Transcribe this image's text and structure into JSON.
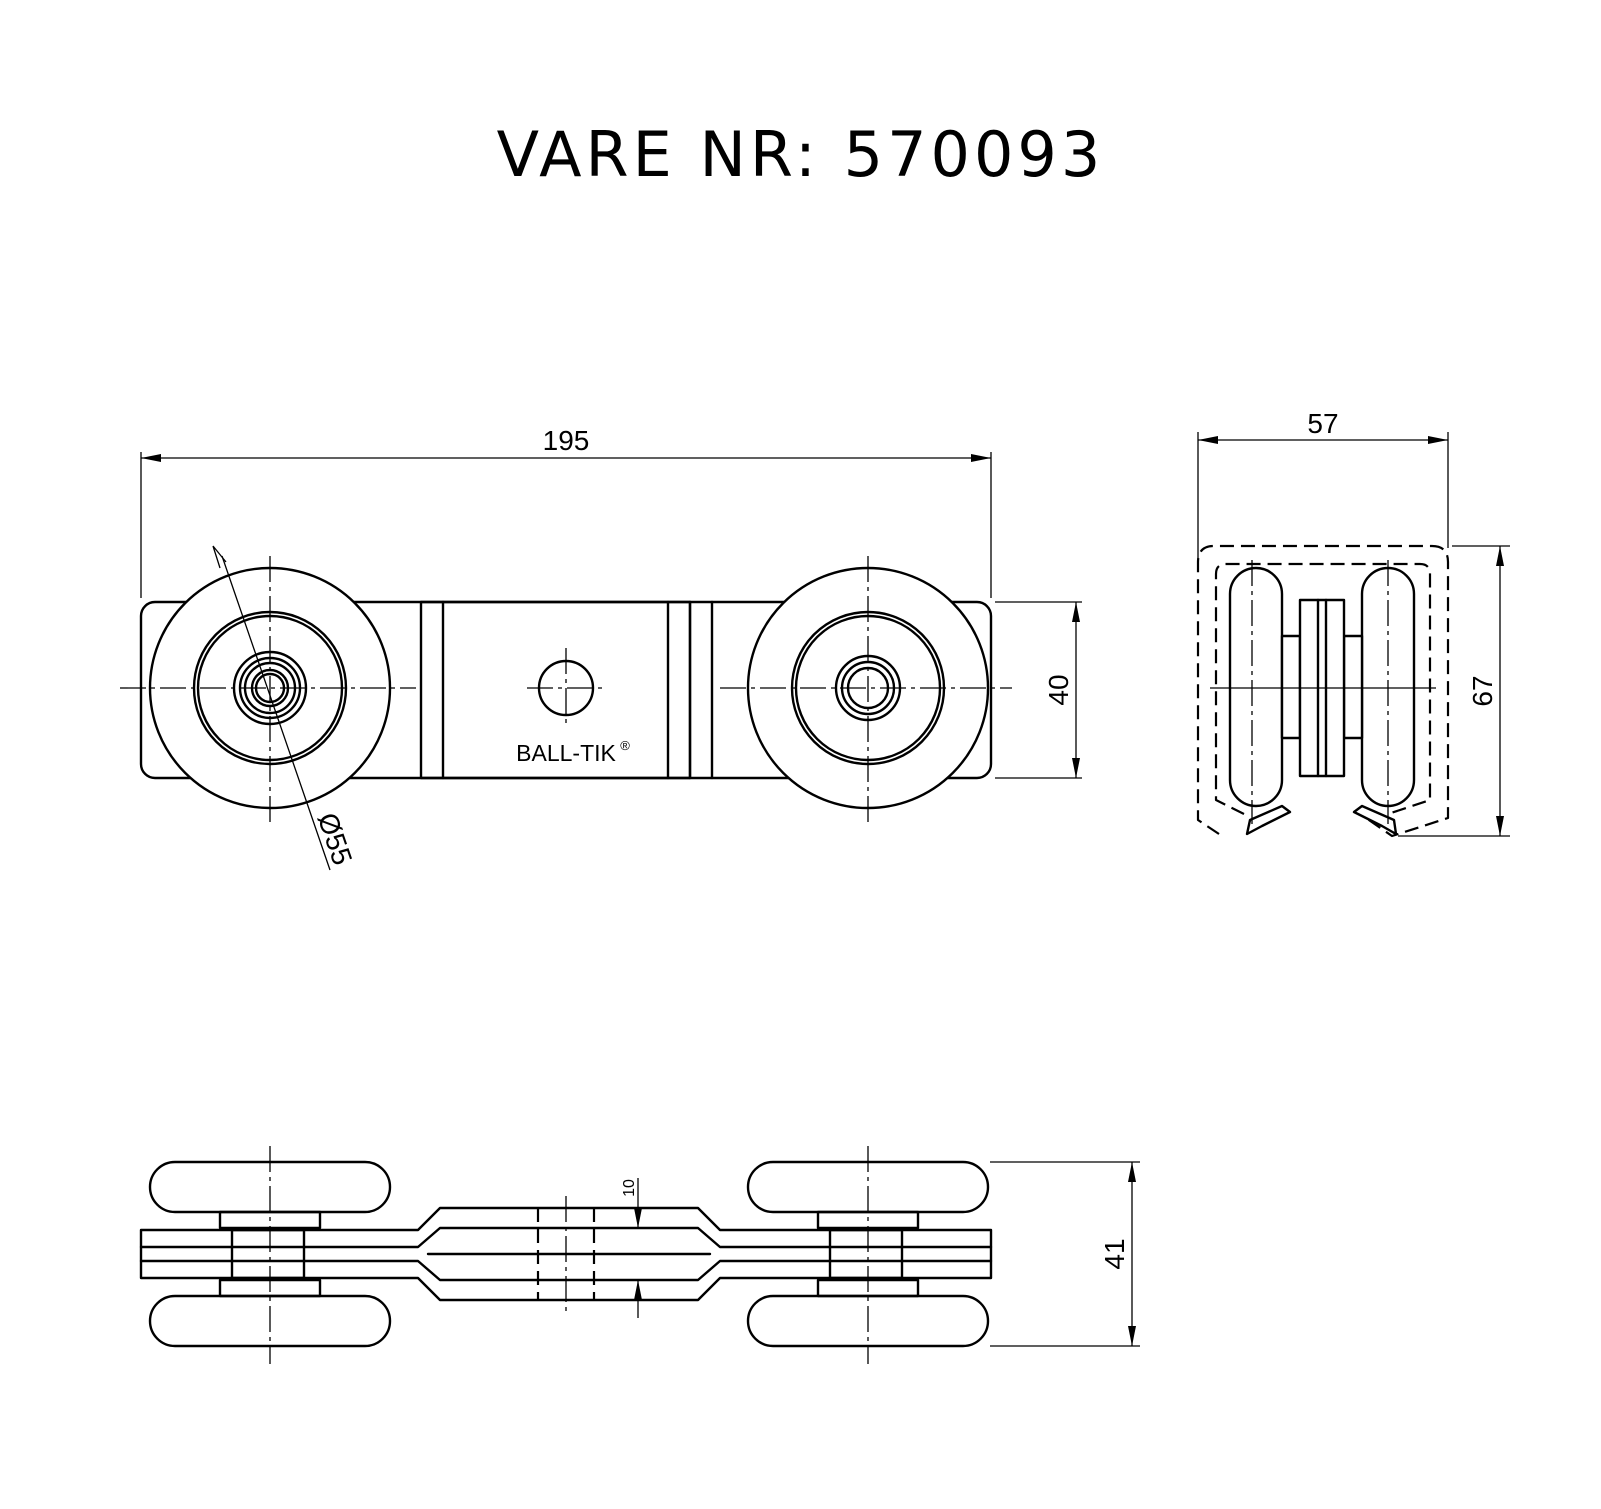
{
  "title": "VARE NR: 570093",
  "brand_label": "BALL-TIK",
  "brand_mark": "®",
  "dimensions": {
    "overall_length": "195",
    "body_height": "40",
    "wheel_diameter": "Ø55",
    "side_width": "57",
    "side_height": "67",
    "bottom_height": "41",
    "bottom_gap": "10"
  }
}
